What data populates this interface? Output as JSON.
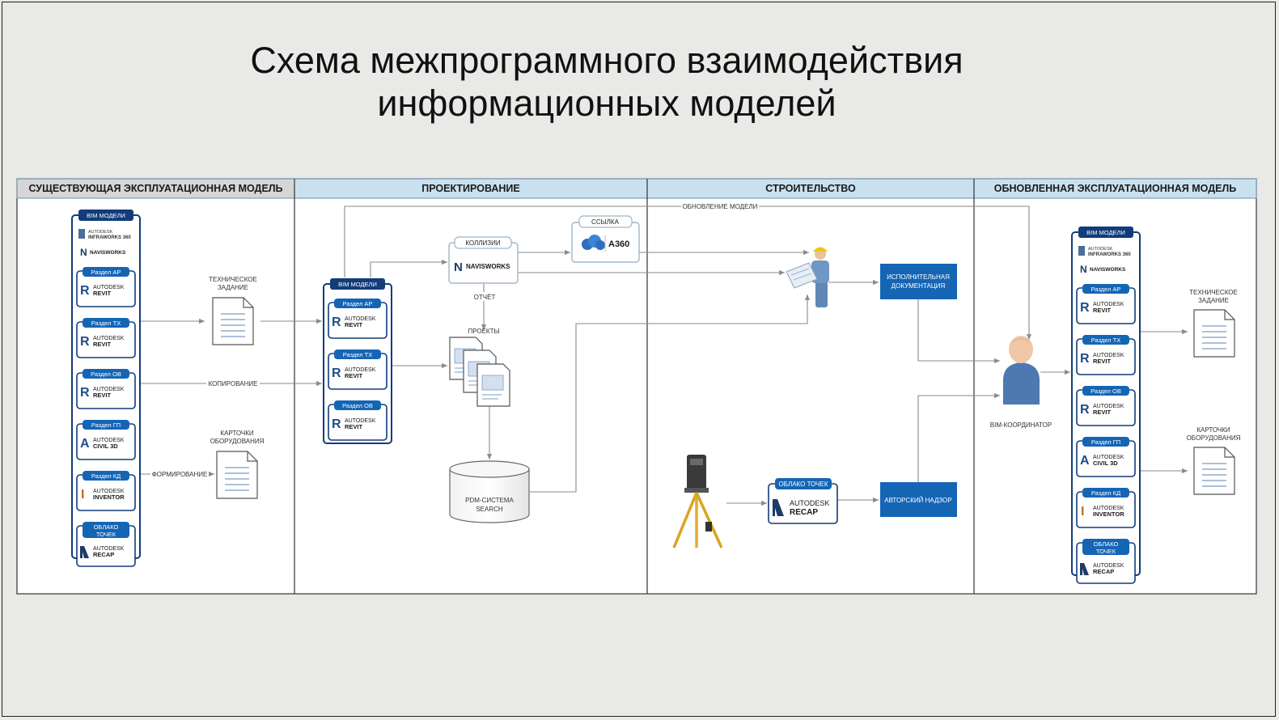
{
  "title": {
    "line1": "Схема межпрограммного взаимодействия",
    "line2": "информационных моделей"
  },
  "lanes": [
    {
      "id": "existing",
      "label": "СУЩЕСТВУЮЩАЯ ЭКСПЛУАТАЦИОННАЯ МОДЕЛЬ"
    },
    {
      "id": "design",
      "label": "ПРОЕКТИРОВАНИЕ"
    },
    {
      "id": "construction",
      "label": "СТРОИТЕЛЬСТВО"
    },
    {
      "id": "updated",
      "label": "ОБНОВЛЕННАЯ ЭКСПЛУАТАЦИОННАЯ МОДЕЛЬ"
    }
  ],
  "bim": {
    "header": "BIM МОДЕЛИ",
    "infraworks_top": "AUTODESK",
    "infraworks": "INFRAWORKS 360",
    "navisworks": "NAVISWORKS",
    "sections": {
      "ar": "Раздел АР",
      "tx": "Раздел ТХ",
      "ov": "Раздел ОВ",
      "gp": "Раздел ГП",
      "kd": "Раздел КД",
      "cloud1": "ОБЛАКО",
      "cloud2": "ТОЧЕК"
    },
    "autodesk": "AUTODESK",
    "revit": "REVIT",
    "civil": "CIVIL 3D",
    "inventor": "INVENTOR",
    "recap": "RECAP"
  },
  "docs": {
    "tz1": "ТЕХНИЧЕСКОЕ",
    "tz2": "ЗАДАНИЕ",
    "cards1": "КАРТОЧКИ",
    "cards2": "ОБОРУДОВАНИЯ"
  },
  "arrows": {
    "copy": "КОПИРОВАНИЕ",
    "form": "ФОРМИРОВАНИЕ",
    "update": "ОБНОВЛЕНИЕ МОДЕЛИ",
    "report": "ОТЧЁТ",
    "projects": "ПРОЕКТЫ"
  },
  "design": {
    "collisions": "КОЛЛИЗИИ",
    "link": "ССЫЛКА",
    "a360": "A360",
    "pdm1": "PDM-СИСТЕМА",
    "pdm2": "SEARCH"
  },
  "construction": {
    "asbuilt1": "ИСПОЛНИТЕЛЬНАЯ",
    "asbuilt2": "ДОКУМЕНТАЦИЯ",
    "supervision": "АВТОРСКИЙ НАДЗОР",
    "cloud": "ОБЛАКО ТОЧЕК"
  },
  "updated": {
    "coordinator": "BIM-КООРДИНАТОР"
  },
  "colors": {
    "navy": "#123c7a",
    "blue": "#1565b5",
    "lane_header": "#c9e1ef",
    "line": "#8a8a8a"
  }
}
